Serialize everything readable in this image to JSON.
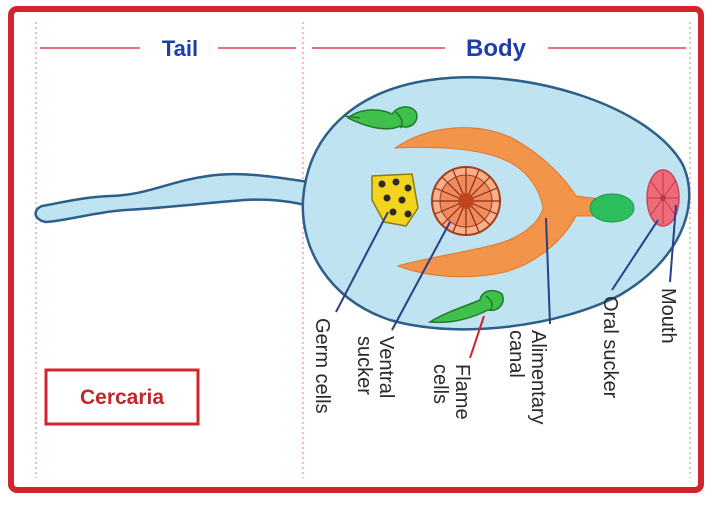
{
  "section_labels": {
    "tail": "Tail",
    "body": "Body"
  },
  "title": "Cercaria",
  "labels": {
    "germ_cells": [
      "Germ cells"
    ],
    "ventral_sucker": [
      "Ventral",
      "sucker"
    ],
    "flame_cells": [
      "Flame",
      "cells"
    ],
    "alimentary_canal": [
      "Alimentary",
      "canal"
    ],
    "oral_sucker": [
      "Oral sucker"
    ],
    "mouth": [
      "Mouth"
    ]
  },
  "colors": {
    "frame": "#d3232c",
    "heading": "#1f3fa8",
    "body_fill": "#bfe3f1",
    "outline": "#2c5f8a",
    "canal": "#f3944b",
    "pharynx": "#2dbd5c",
    "oral_sucker": "#f06b7a",
    "ventral_sucker": "#e86a3a",
    "germ": "#f2d41e",
    "flame": "#3ec04a",
    "pointer": "#2b3f86",
    "label": "#2a2a2a"
  }
}
